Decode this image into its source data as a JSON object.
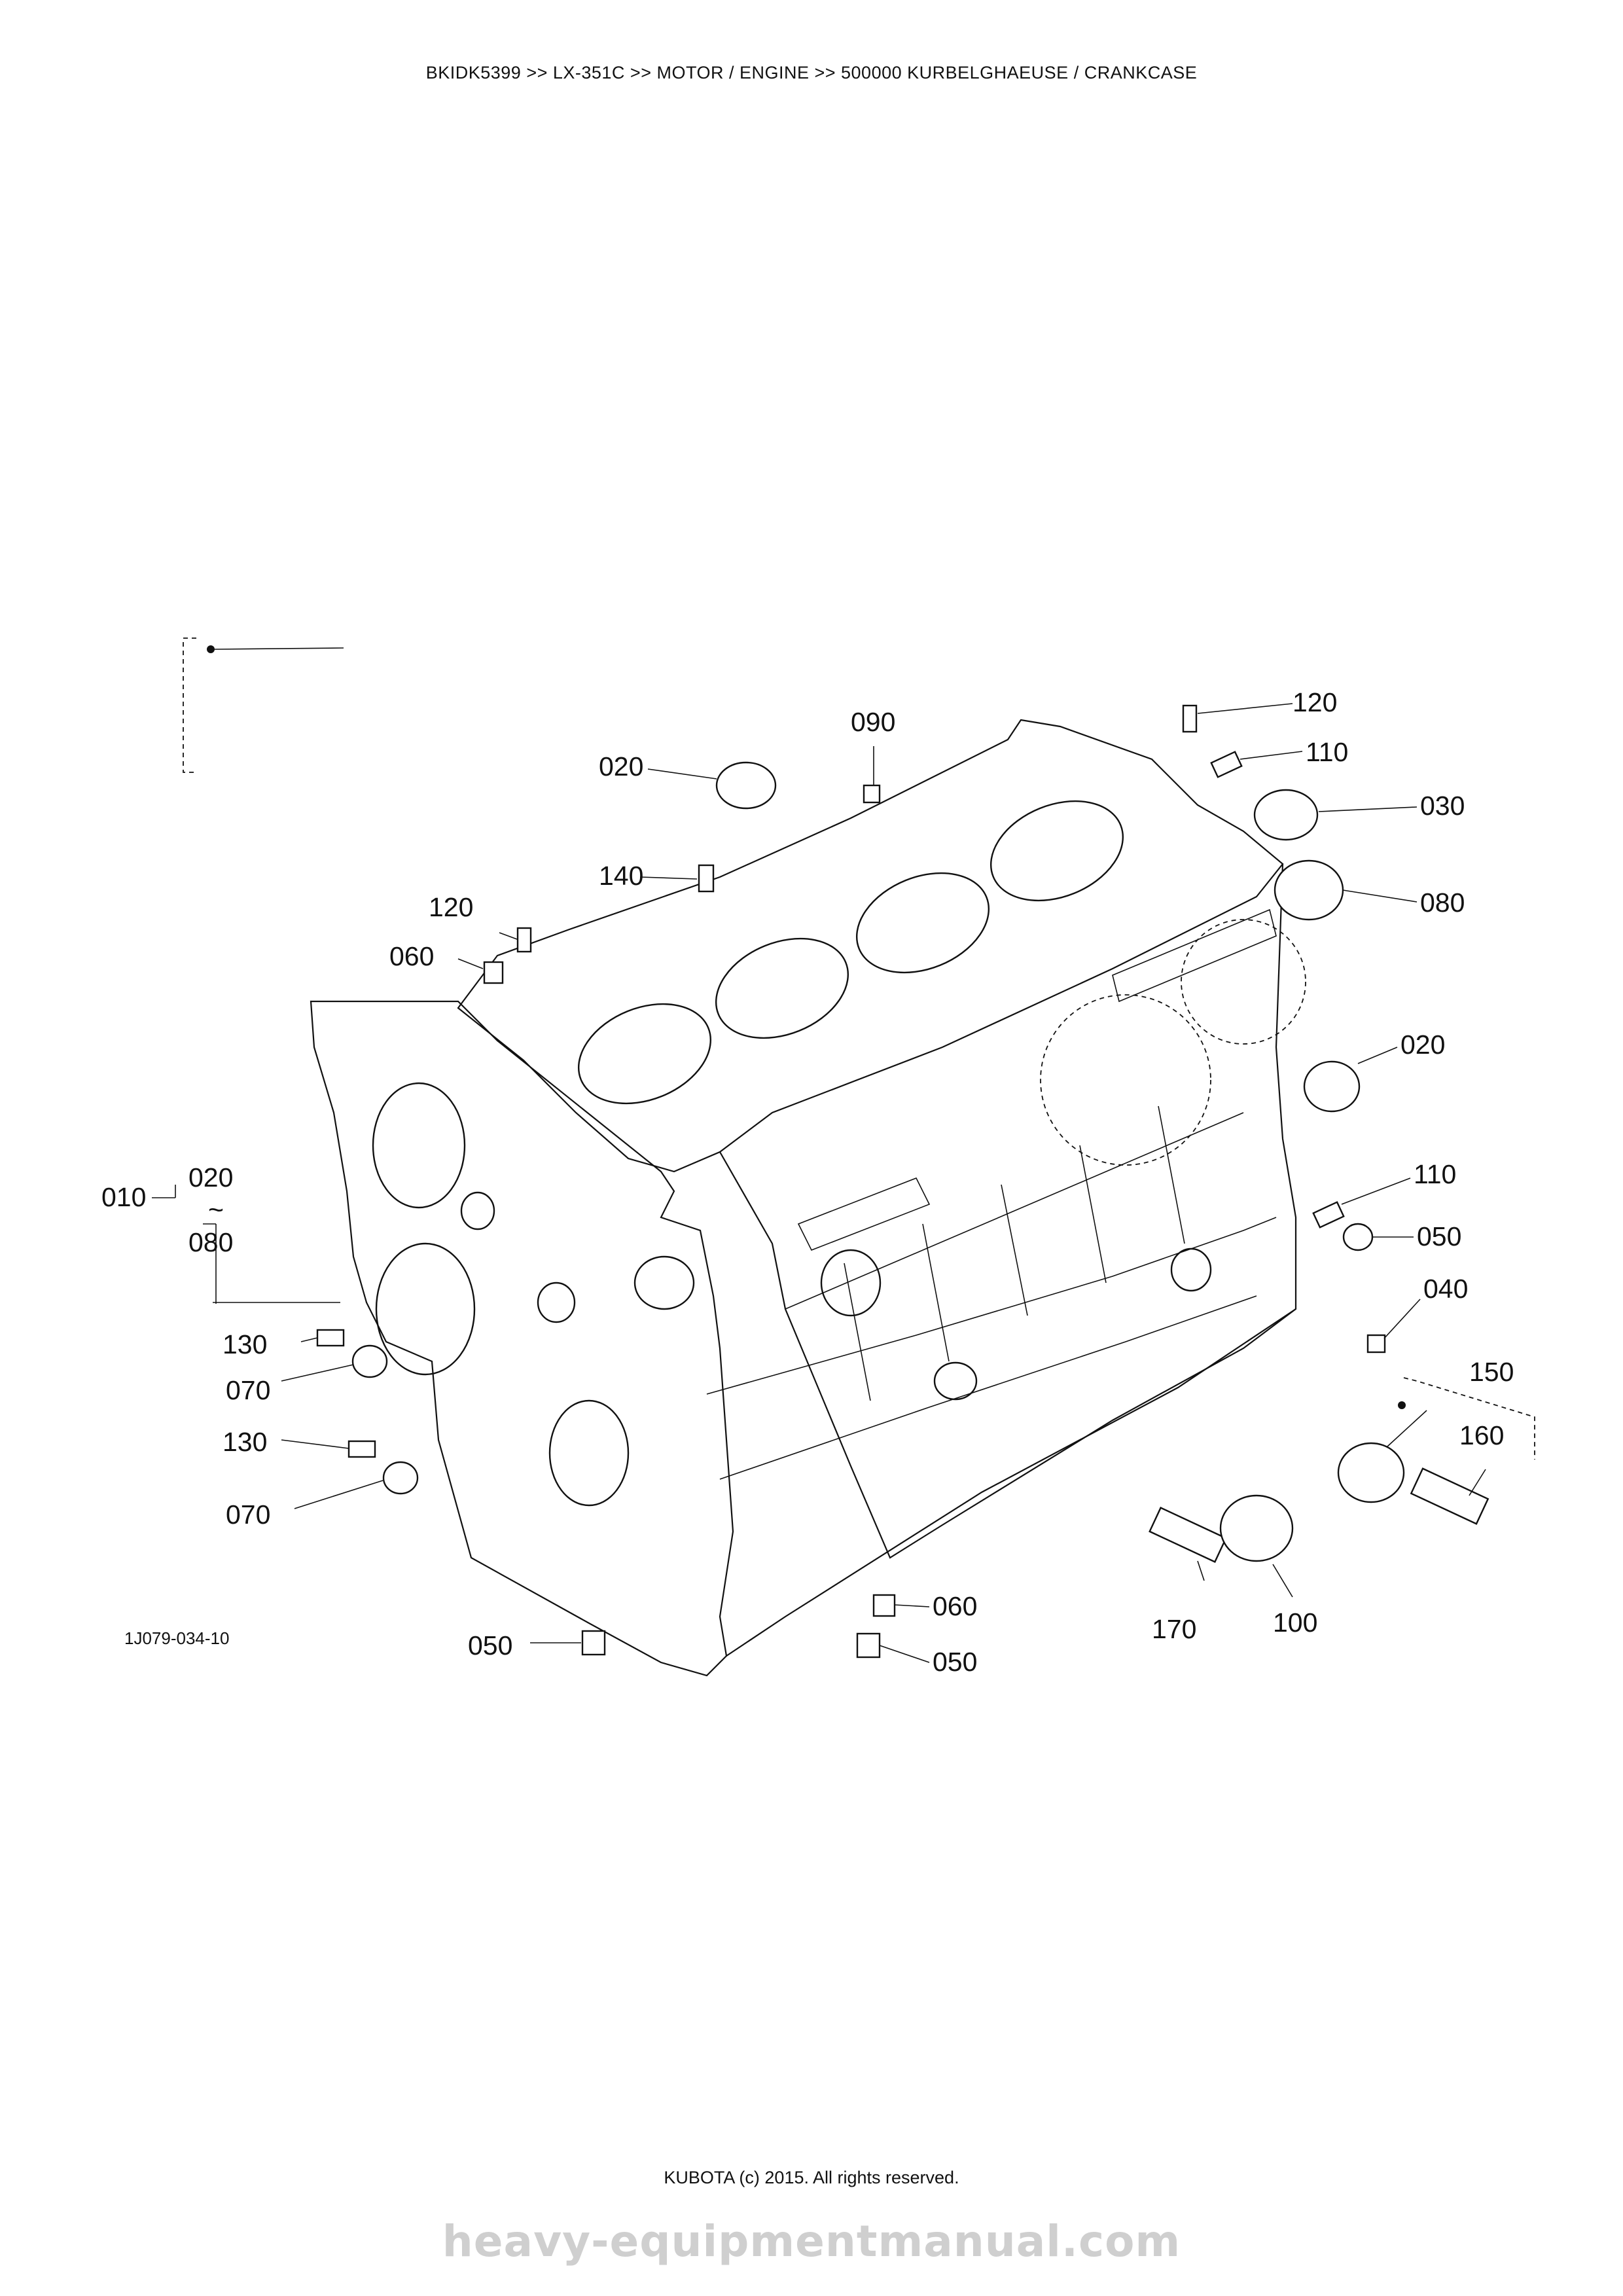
{
  "header": {
    "breadcrumb": "BKIDK5399 >> LX-351C >> MOTOR / ENGINE >> 500000   KURBELGHAEUSE / CRANKCASE"
  },
  "diagram": {
    "figure_id": "1J079-034-10",
    "callouts": {
      "c120_top": "120",
      "c110_top": "110",
      "c030": "030",
      "c080_right": "080",
      "c090": "090",
      "c020_top": "020",
      "c140": "140",
      "c120_left": "120",
      "c060_left": "060",
      "c020_right": "020",
      "c110_right": "110",
      "c050_right": "050",
      "c040": "040",
      "c150": "150",
      "c160": "160",
      "c010": "010",
      "c010_range_start": "020",
      "c010_range_tilde": "~",
      "c010_range_end": "080",
      "c130_a": "130",
      "c070_a": "070",
      "c130_b": "130",
      "c070_b": "070",
      "c050_bottom_left": "050",
      "c060_bottom": "060",
      "c050_bottom": "050",
      "c170": "170",
      "c100": "100"
    }
  },
  "footer": {
    "copyright": "KUBOTA (c) 2015. All rights reserved."
  },
  "watermark": {
    "text": "heavy-equipmentmanual.com"
  }
}
